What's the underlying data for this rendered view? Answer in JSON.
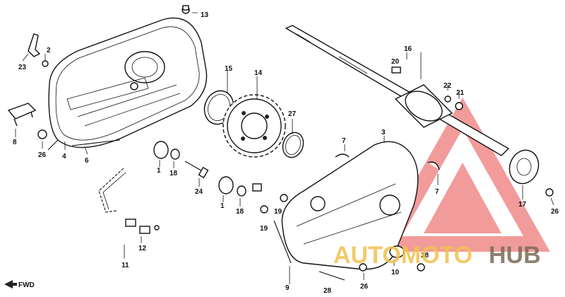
{
  "diagram": {
    "callouts": [
      "13",
      "2",
      "23",
      "8",
      "26",
      "4",
      "6",
      "15",
      "14",
      "27",
      "1",
      "18",
      "24",
      "11",
      "12",
      "1",
      "18",
      "17",
      "19",
      "19",
      "9",
      "28",
      "26",
      "10",
      "28",
      "3",
      "7",
      "7",
      "16",
      "20",
      "22",
      "21",
      "17",
      "26"
    ],
    "fwd_label": "FWD",
    "watermark": {
      "text_a": "AUTOMOTO",
      "text_b": "HUB",
      "color_a": "#f2c14e",
      "color_b": "#7a6a57",
      "logo_color": "#e84b4b"
    }
  }
}
